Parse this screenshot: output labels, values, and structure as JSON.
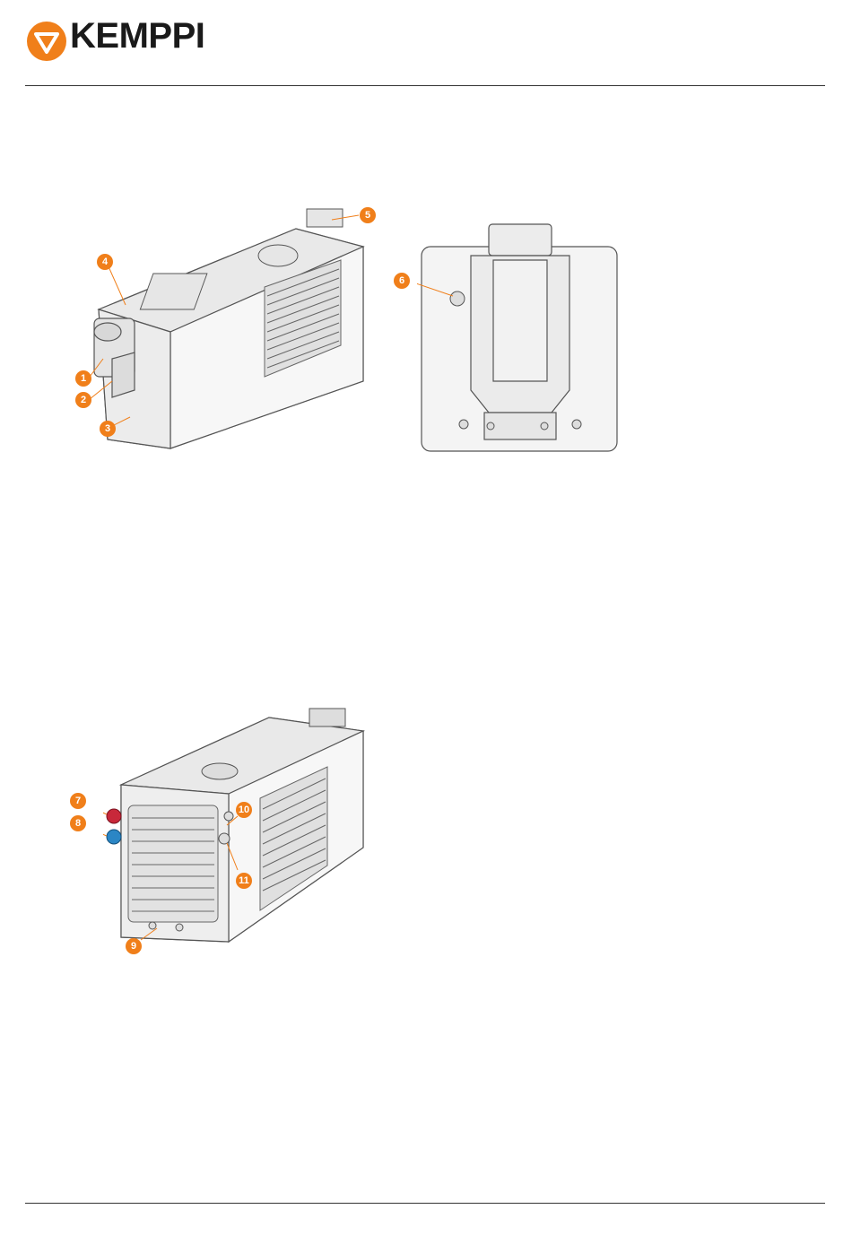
{
  "header": {
    "brand_name": "KEMPPI",
    "logo_icon": "kemppi-triangle-logo-icon",
    "brand_color": "#f07f1a"
  },
  "figures": {
    "top_left": {
      "callouts": [
        "1",
        "2",
        "3",
        "4",
        "5"
      ]
    },
    "top_right": {
      "callouts": [
        "6"
      ]
    },
    "bottom_left": {
      "callouts": [
        "7",
        "8",
        "9",
        "10",
        "11"
      ]
    }
  },
  "colors": {
    "callout": "#f07f1a",
    "red_connector": "#c8283a",
    "blue_connector": "#2b86c5"
  }
}
